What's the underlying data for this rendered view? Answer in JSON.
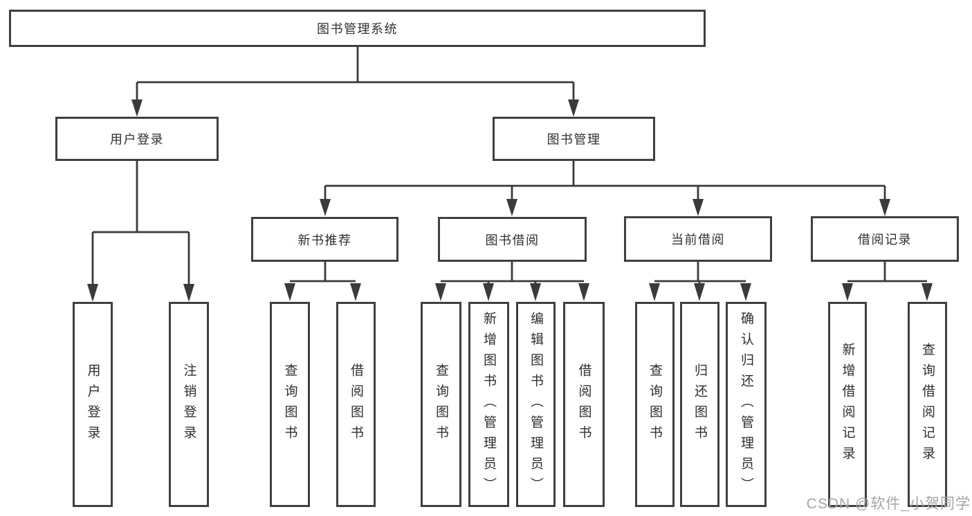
{
  "tree": {
    "root": {
      "label": "图书管理系统"
    },
    "level2": [
      {
        "label": "用户登录"
      },
      {
        "label": "图书管理"
      }
    ],
    "level3": [
      {
        "label": "新书推荐"
      },
      {
        "label": "图书借阅"
      },
      {
        "label": "当前借阅"
      },
      {
        "label": "借阅记录"
      }
    ],
    "leaves": [
      {
        "label": "用户登录"
      },
      {
        "label": "注销登录"
      },
      {
        "label": "查询图书"
      },
      {
        "label": "借阅图书"
      },
      {
        "label": "查询图书"
      },
      {
        "label": "新增图书（管理员）"
      },
      {
        "label": "编辑图书（管理员）"
      },
      {
        "label": "借阅图书"
      },
      {
        "label": "查询图书"
      },
      {
        "label": "归还图书"
      },
      {
        "label": "确认归还（管理员）"
      },
      {
        "label": "新增借阅记录"
      },
      {
        "label": "查询借阅记录"
      }
    ]
  },
  "watermark": "CSDN @软件_小贺同学",
  "colors": {
    "line": "#3a3a3a",
    "border": "#3f3f3f",
    "text": "#2f2f2f",
    "watermark": "#a6a6a6",
    "background": "#ffffff"
  }
}
